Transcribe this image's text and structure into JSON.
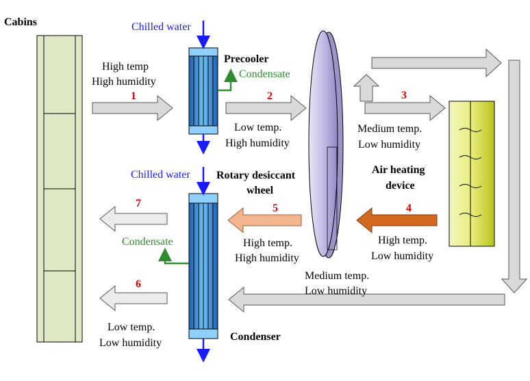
{
  "labels": {
    "cabins": "Cabins",
    "precooler": "Precooler",
    "rotary_line1": "Rotary desiccant",
    "rotary_line2": "wheel",
    "air_heating_line1": "Air heating",
    "air_heating_line2": "device",
    "condenser": "Condenser",
    "chilled_water_top": "Chilled water",
    "chilled_water_bottom": "Chilled water",
    "condensate_top": "Condensate",
    "condensate_bottom": "Condensate"
  },
  "streams": [
    {
      "num": "1",
      "line1": "High temp",
      "line2": "High humidity"
    },
    {
      "num": "2",
      "line1": "Low temp.",
      "line2": "High humidity"
    },
    {
      "num": "3",
      "line1": "Medium temp.",
      "line2": "Low humidity"
    },
    {
      "num": "4",
      "line1": "High temp.",
      "line2": "Low humidity"
    },
    {
      "num": "5",
      "line1": "High temp.",
      "line2": "High humidity"
    },
    {
      "num": "6",
      "line1": "Low temp.",
      "line2": "Low humidity"
    },
    {
      "num": "7",
      "line1": "",
      "line2": ""
    }
  ],
  "return_stream": {
    "line1": "Medium temp.",
    "line2": "Low humidity"
  },
  "colors": {
    "water": "#1a1aff",
    "condensate": "#2e8b2e",
    "number": "#dd0000",
    "arrow_gray": "#d9d9d9",
    "arrow_orange": "#d2691e",
    "arrow_peach": "#f4b58e",
    "cabin_fill": "#dfe8c4",
    "heater_fill": "#d8df3a",
    "wheel_fill": "#c7c3e6",
    "hx_blue": "#3a8fd8"
  }
}
